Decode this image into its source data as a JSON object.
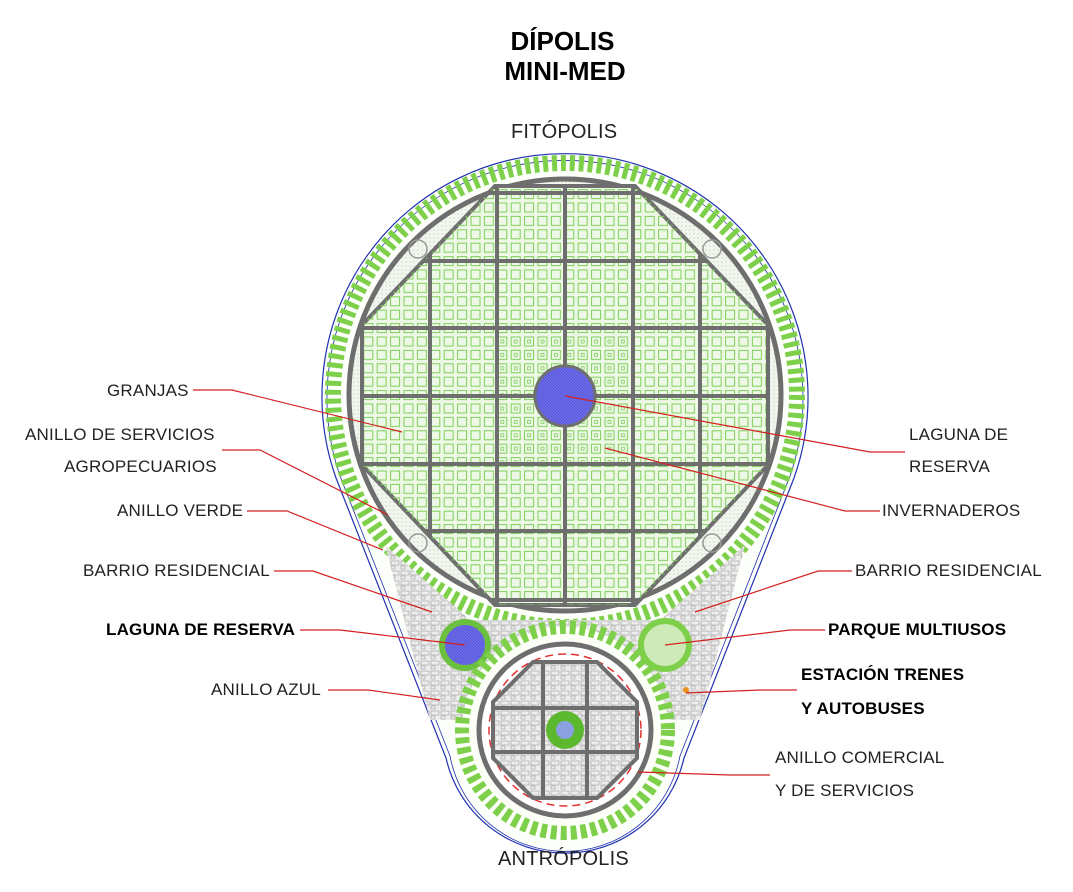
{
  "title": {
    "line1": "DÍPOLIS",
    "line2": "MINI-MED"
  },
  "top_label": "FITÓPOLIS",
  "bottom_label": "ANTRÓPOLIS",
  "left_labels": {
    "granjas": "GRANJAS",
    "servicios_1": "ANILLO DE SERVICIOS",
    "servicios_2": "AGROPECUARIOS",
    "verde": "ANILLO VERDE",
    "barrio": "BARRIO RESIDENCIAL",
    "laguna": "LAGUNA DE RESERVA",
    "azul": "ANILLO AZUL"
  },
  "right_labels": {
    "laguna_1": "LAGUNA DE",
    "laguna_2": "RESERVA",
    "invernaderos": "INVERNADEROS",
    "barrio": "BARRIO RESIDENCIAL",
    "parque": "PARQUE MULTIUSOS",
    "estacion_1": "ESTACIÓN TRENES",
    "estacion_2": "Y AUTOBUSES",
    "comercial_1": "ANILLO COMERCIAL",
    "comercial_2": "Y DE SERVICIOS"
  },
  "colors": {
    "leader": "#d42020",
    "road": "#6e6e6e",
    "green": "#5cb82e",
    "blue_ring": "#2030b0",
    "lagoon": "#6a6ae8",
    "commercial": "#e03030"
  }
}
